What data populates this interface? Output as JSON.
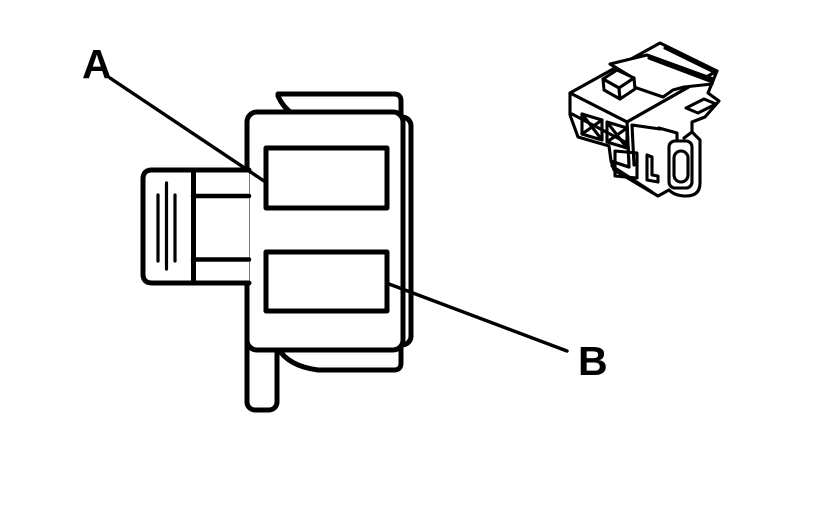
{
  "figure": {
    "kind": "connector-line-illustration",
    "labels": {
      "a": "A",
      "b": "B"
    },
    "colors": {
      "background": "#ffffff",
      "line": "#000000"
    },
    "views": [
      "connector-side-view",
      "connector-3d-view"
    ]
  }
}
